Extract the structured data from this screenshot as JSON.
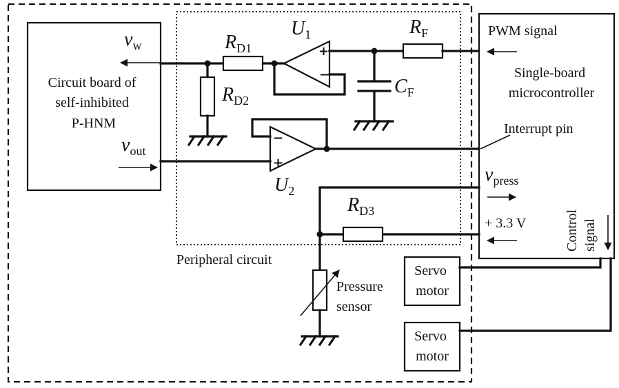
{
  "labels": {
    "vw": "v",
    "vw_sub": "w",
    "vout": "v",
    "vout_sub": "out",
    "rd1": "R",
    "rd1_sub": "D1",
    "rd2": "R",
    "rd2_sub": "D2",
    "rd3": "R",
    "rd3_sub": "D3",
    "rf": "R",
    "rf_sub": "F",
    "cf": "C",
    "cf_sub": "F",
    "u1": "U",
    "u1_sub": "1",
    "u2": "U",
    "u2_sub": "2",
    "vpress": "v",
    "vpress_sub": "press",
    "plus": "+",
    "minus": "−"
  },
  "blocks": {
    "circuit_board": [
      "Circuit board of",
      "self-inhibited",
      "P-HNM"
    ],
    "mcu": [
      "Single-board",
      "microcontroller"
    ],
    "servo1": [
      "Servo",
      "motor"
    ],
    "servo2": [
      "Servo",
      "motor"
    ]
  },
  "annotations": {
    "pwm": "PWM signal",
    "interrupt": "Interrupt pin",
    "v33": "+ 3.3 V",
    "control": [
      "Control",
      "signal"
    ],
    "peripheral": "Peripheral circuit",
    "pressure": [
      "Pressure",
      "sensor"
    ]
  }
}
